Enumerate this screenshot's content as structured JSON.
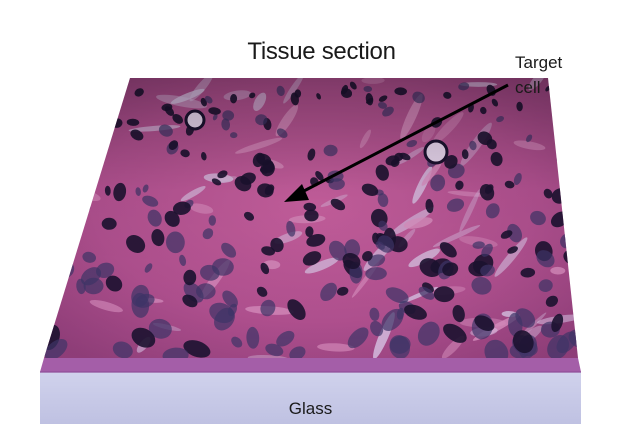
{
  "figure": {
    "title": "Tissue section",
    "pointer_label_line1": "Target",
    "pointer_label_line2": "cell",
    "base_label": "Glass"
  },
  "colors": {
    "tissue_base": "#b0508f",
    "tissue_light": "#d88fbf",
    "nucleus_dark": "#1c1230",
    "nucleus_mid": "#3f3468",
    "stroma_pale": "#d8c6e6",
    "tissue_edge": "#a45ea8",
    "glass_face": "#c9cbe8",
    "glass_top": "#b57cc7",
    "arrow": "#000000"
  }
}
